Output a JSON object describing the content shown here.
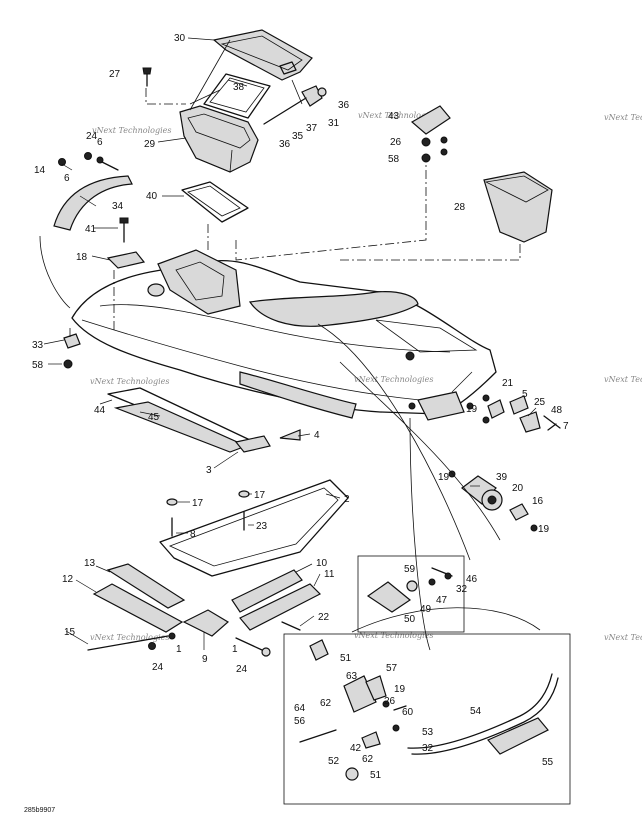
{
  "diagram": {
    "watermark": "vNext Technologies",
    "drawing_code": "285b9907",
    "callouts": {
      "c1a": "1",
      "c1b": "1",
      "c2": "2",
      "c3": "3",
      "c4": "4",
      "c5": "5",
      "c6a": "6",
      "c6b": "6",
      "c7": "7",
      "c8": "8",
      "c9": "9",
      "c10": "10",
      "c11": "11",
      "c12": "12",
      "c13": "13",
      "c14": "14",
      "c15": "15",
      "c16": "16",
      "c17a": "17",
      "c17b": "17",
      "c18": "18",
      "c19a": "19",
      "c19b": "19",
      "c19c": "19",
      "c19d": "19",
      "c20": "20",
      "c21": "21",
      "c22": "22",
      "c23": "23",
      "c24a": "24",
      "c24b": "24",
      "c24c": "24",
      "c25": "25",
      "c26a": "26",
      "c26b": "26",
      "c27": "27",
      "c28": "28",
      "c29": "29",
      "c30": "30",
      "c31": "31",
      "c32a": "32",
      "c32b": "32",
      "c33": "33",
      "c34": "34",
      "c35": "35",
      "c36a": "36",
      "c36b": "36",
      "c37": "37",
      "c38": "38",
      "c39": "39",
      "c40": "40",
      "c41": "41",
      "c42": "42",
      "c43": "43",
      "c44": "44",
      "c45": "45",
      "c46": "46",
      "c47": "47",
      "c48": "48",
      "c49": "49",
      "c50": "50",
      "c51a": "51",
      "c51b": "51",
      "c52": "52",
      "c53": "53",
      "c54": "54",
      "c55": "55",
      "c56": "56",
      "c57": "57",
      "c58a": "58",
      "c58b": "58",
      "c59": "59",
      "c60": "60",
      "c62a": "62",
      "c62b": "62",
      "c63": "63",
      "c64": "64"
    }
  }
}
